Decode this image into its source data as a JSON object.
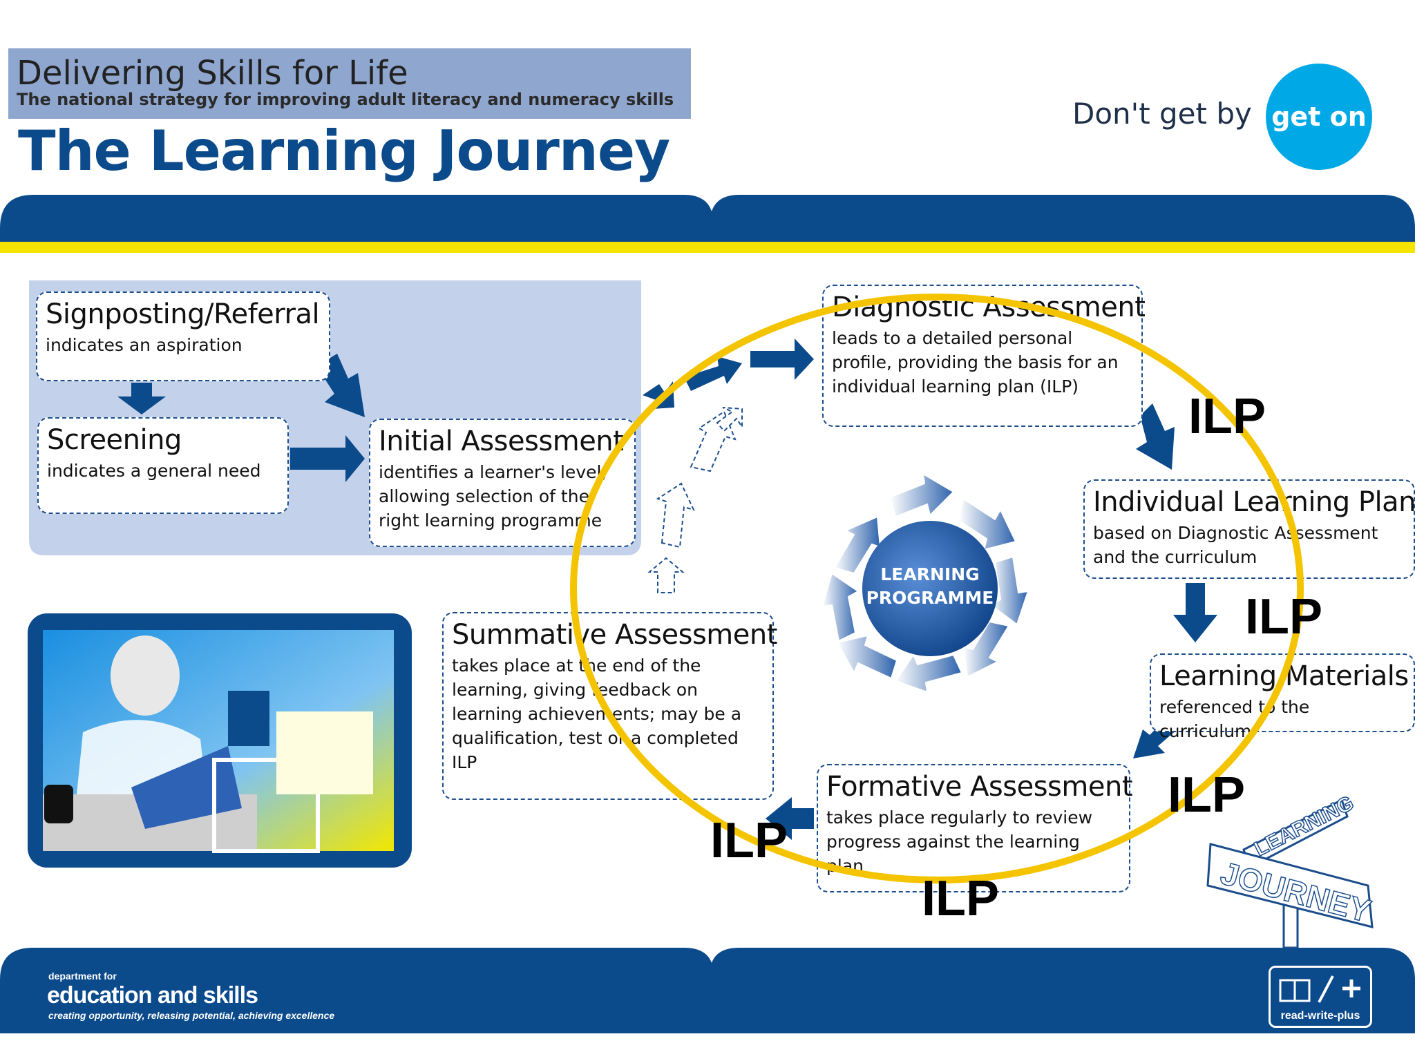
{
  "header": {
    "strategy_title": "Delivering Skills for Life",
    "strategy_subtitle": "The national strategy for improving adult literacy and numeracy skills",
    "main_title": "The Learning Journey",
    "slogan": "Don't get by",
    "logo_text": "get on"
  },
  "boxes": {
    "signposting": {
      "title": "Signposting/Referral",
      "desc": "indicates an aspiration"
    },
    "screening": {
      "title": "Screening",
      "desc": "indicates a general need"
    },
    "initial": {
      "title": "Initial Assessment",
      "desc": "identifies a learner's level, allowing selection of the right learning programme"
    },
    "diagnostic": {
      "title": "Diagnostic Assessment",
      "desc": "leads to a detailed personal profile, providing the basis for an individual learning plan (ILP)"
    },
    "ilp_plan": {
      "title": "Individual Learning Plan",
      "desc": "based on Diagnostic Assessment and the curriculum"
    },
    "materials": {
      "title": "Learning Materials",
      "desc": "referenced to the curriculum"
    },
    "formative": {
      "title": "Formative Assessment",
      "desc": "takes place regularly to review progress against the learning plan"
    },
    "summative": {
      "title": "Summative Assessment",
      "desc": "takes place at the end of the learning, giving feedback on learning achievements; may be a qualification, test or a completed ILP"
    }
  },
  "center": {
    "line1": "LEARNING",
    "line2": "PROGRAMME"
  },
  "ilp_labels": [
    "ILP",
    "ILP",
    "ILP",
    "ILP",
    "ILP"
  ],
  "signpost": {
    "top": "LEARNING",
    "bottom": "JOURNEY"
  },
  "footer": {
    "dept_line1": "department for",
    "dept_line2": "education and skills",
    "dept_line3": "creating opportunity, releasing potential, achieving excellence",
    "rwp_label": "read-write-plus"
  },
  "colors": {
    "navy": "#0b4a8b",
    "yellow": "#f5c400",
    "light_blue_panel": "#c3d1ea",
    "header_box": "#8fa7cf",
    "get_on": "#00a9e6"
  }
}
